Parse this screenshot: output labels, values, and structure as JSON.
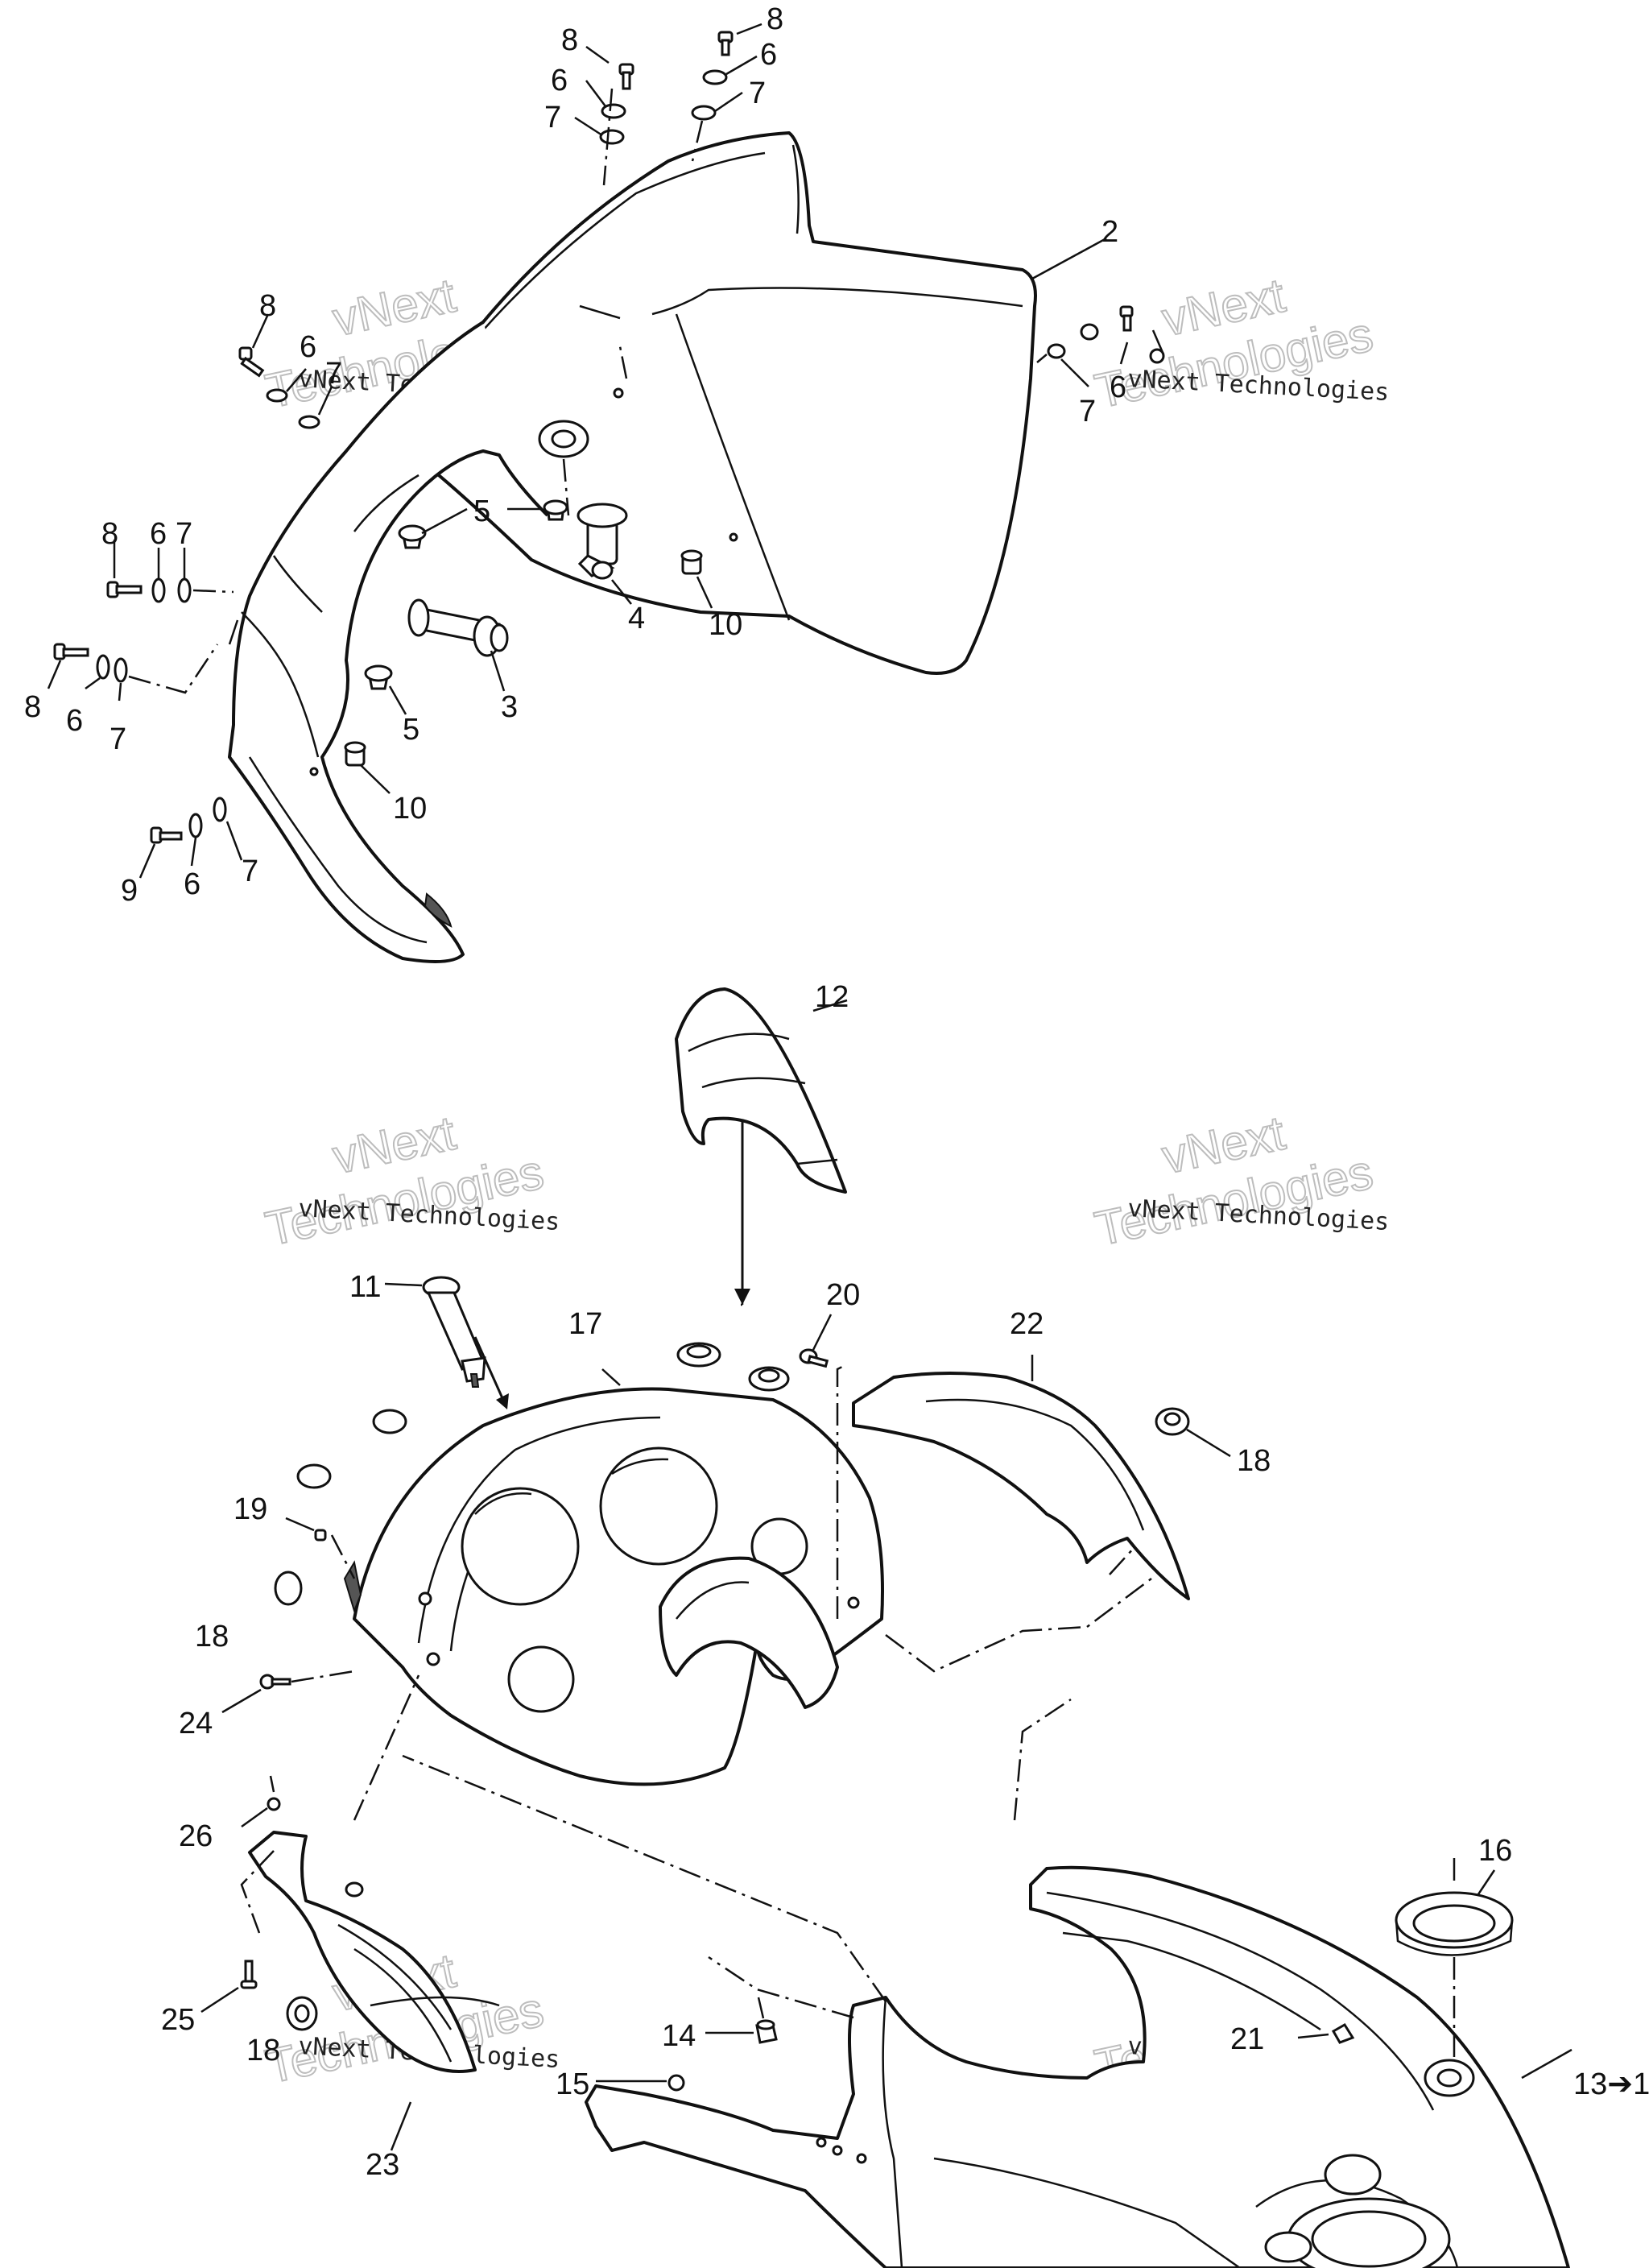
{
  "callouts": {
    "c2": "2",
    "c3": "3",
    "c4": "4",
    "c5a": "5",
    "c5b": "5",
    "c6a": "6",
    "c6b": "6",
    "c6c": "6",
    "c6d": "6",
    "c6e": "6",
    "c6f": "6",
    "c6g": "6",
    "c7a": "7",
    "c7b": "7",
    "c7c": "7",
    "c7d": "7",
    "c7e": "7",
    "c7f": "7",
    "c7g": "7",
    "c8a": "8",
    "c8b": "8",
    "c8c": "8",
    "c8d": "8",
    "c8e": "8",
    "c9": "9",
    "c10a": "10",
    "c10b": "10",
    "c11": "11",
    "c12": "12",
    "c13": "13➔1",
    "c14": "14",
    "c15": "15",
    "c16": "16",
    "c17": "17",
    "c18a": "18",
    "c18b": "18",
    "c18c": "18",
    "c19": "19",
    "c20": "20",
    "c21": "21",
    "c22": "22",
    "c23": "23",
    "c24": "24",
    "c25": "25",
    "c26": "26"
  },
  "watermark": {
    "small": "vNext Technologies",
    "big_line1": "vNext",
    "big_line2": "Technologies"
  }
}
